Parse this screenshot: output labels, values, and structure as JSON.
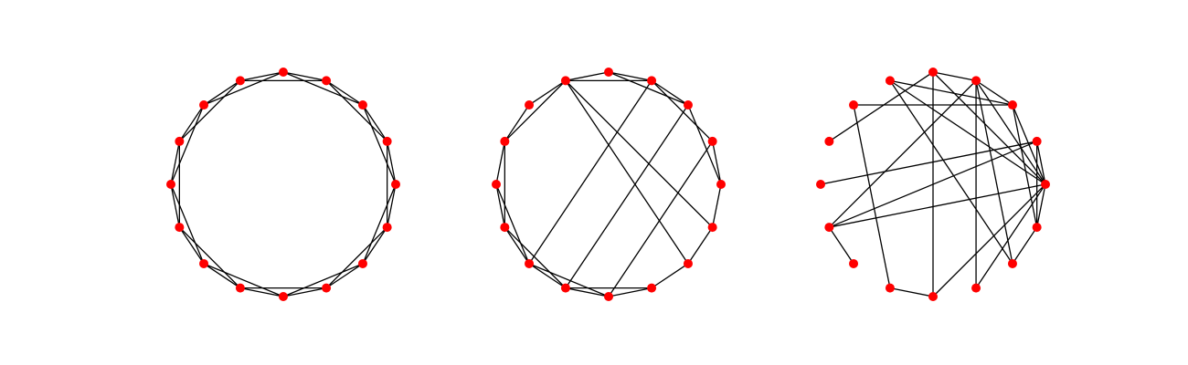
{
  "colors": {
    "node": "#ff0000",
    "edge": "#000000",
    "background": "#ffffff"
  },
  "graphs": [
    {
      "id": "graph-1",
      "node_count": 16,
      "edges": [
        [
          0,
          1
        ],
        [
          1,
          2
        ],
        [
          2,
          3
        ],
        [
          3,
          4
        ],
        [
          4,
          5
        ],
        [
          5,
          6
        ],
        [
          6,
          7
        ],
        [
          7,
          8
        ],
        [
          8,
          9
        ],
        [
          9,
          10
        ],
        [
          10,
          11
        ],
        [
          11,
          12
        ],
        [
          12,
          13
        ],
        [
          13,
          14
        ],
        [
          14,
          15
        ],
        [
          15,
          0
        ],
        [
          0,
          2
        ],
        [
          1,
          3
        ],
        [
          2,
          4
        ],
        [
          3,
          5
        ],
        [
          4,
          6
        ],
        [
          5,
          7
        ],
        [
          6,
          8
        ],
        [
          7,
          9
        ],
        [
          8,
          10
        ],
        [
          9,
          11
        ],
        [
          10,
          12
        ],
        [
          11,
          13
        ],
        [
          12,
          14
        ],
        [
          13,
          15
        ],
        [
          14,
          0
        ],
        [
          15,
          1
        ]
      ]
    },
    {
      "id": "graph-2",
      "node_count": 16,
      "edges": [
        [
          0,
          1
        ],
        [
          2,
          3
        ],
        [
          3,
          4
        ],
        [
          4,
          5
        ],
        [
          5,
          6
        ],
        [
          6,
          7
        ],
        [
          7,
          8
        ],
        [
          8,
          9
        ],
        [
          9,
          10
        ],
        [
          10,
          11
        ],
        [
          11,
          12
        ],
        [
          12,
          13
        ],
        [
          13,
          14
        ],
        [
          14,
          15
        ],
        [
          15,
          0
        ],
        [
          0,
          2
        ],
        [
          1,
          3
        ],
        [
          2,
          4
        ],
        [
          3,
          5
        ],
        [
          5,
          7
        ],
        [
          7,
          9
        ],
        [
          8,
          10
        ],
        [
          9,
          11
        ],
        [
          10,
          12
        ],
        [
          11,
          13
        ],
        [
          5,
          15
        ],
        [
          5,
          14
        ],
        [
          3,
          10
        ],
        [
          2,
          11
        ],
        [
          1,
          12
        ]
      ]
    },
    {
      "id": "graph-3",
      "node_count": 16,
      "edges": [
        [
          0,
          15
        ],
        [
          0,
          13
        ],
        [
          0,
          12
        ],
        [
          0,
          9
        ],
        [
          0,
          5
        ],
        [
          0,
          4
        ],
        [
          0,
          3
        ],
        [
          0,
          2
        ],
        [
          0,
          1
        ],
        [
          15,
          14
        ],
        [
          15,
          2
        ],
        [
          15,
          1
        ],
        [
          14,
          3
        ],
        [
          14,
          5
        ],
        [
          13,
          3
        ],
        [
          12,
          11
        ],
        [
          12,
          4
        ],
        [
          11,
          6
        ],
        [
          10,
          9
        ],
        [
          9,
          1
        ],
        [
          9,
          3
        ],
        [
          8,
          1
        ],
        [
          7,
          4
        ],
        [
          6,
          2
        ],
        [
          2,
          5
        ],
        [
          2,
          3
        ],
        [
          3,
          4
        ]
      ]
    }
  ]
}
